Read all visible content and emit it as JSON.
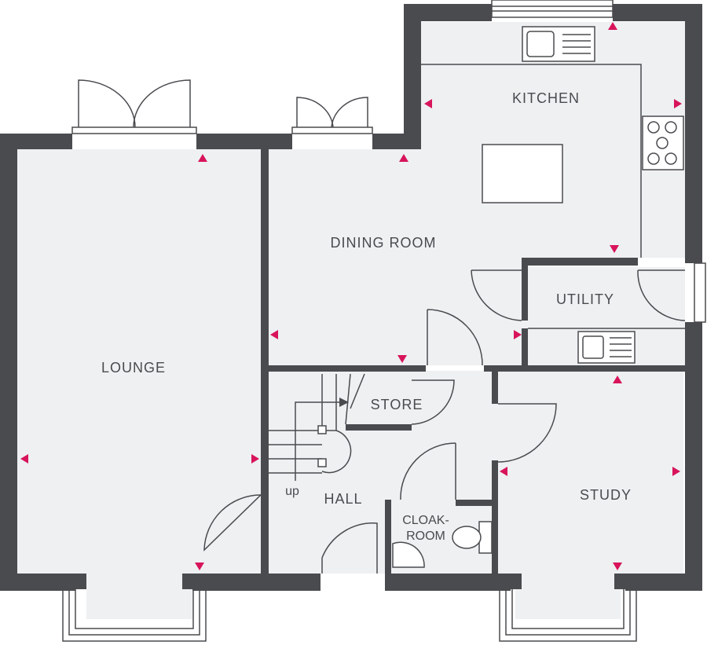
{
  "rooms": {
    "kitchen": "KITCHEN",
    "dining_room": "DINING ROOM",
    "utility": "UTILITY",
    "lounge": "LOUNGE",
    "store": "STORE",
    "hall": "HALL",
    "study": "STUDY",
    "cloakroom_line1": "CLOAK-",
    "cloakroom_line2": "ROOM",
    "stairs_up": "up"
  },
  "colors": {
    "wall": "#4a4b4f",
    "room_fill": "#eef0f2",
    "marker": "#d8145a"
  }
}
